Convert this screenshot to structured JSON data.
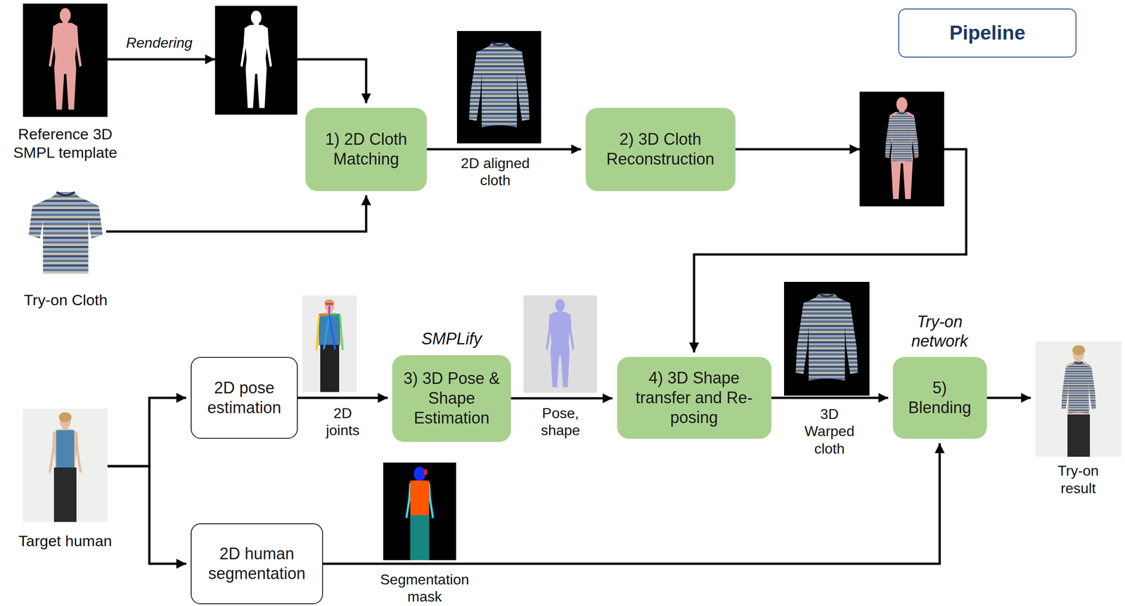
{
  "diagram": {
    "nodes": [
      {
        "text": [
          "Reference 3D SMPL template"
        ]
      },
      {
        "text": [
          "1) 2D Cloth Matching"
        ]
      },
      {
        "text": [
          "2) 3D Cloth Reconstruction"
        ]
      },
      {
        "text": [
          "Pipeline"
        ]
      },
      {
        "text": [
          "Try-on Cloth"
        ]
      },
      {
        "text": [
          "2D pose estimation"
        ]
      },
      {
        "text": [
          "SMPLify",
          "3) 3D Pose & Shape Estimation"
        ]
      },
      {
        "text": [
          "4) 3D Shape transfer and Re-posing"
        ]
      },
      {
        "text": [
          "Try-on network",
          "5) Blending"
        ]
      },
      {
        "text": [
          "Target human"
        ]
      },
      {
        "text": [
          "Try-on result"
        ]
      },
      {
        "text": [
          "2D human segmentation"
        ]
      }
    ],
    "edges": [
      {
        "from": 0,
        "to": 1,
        "label": "Rendering",
        "arrow": "to"
      },
      {
        "from": 4,
        "to": 1,
        "arrow": "to"
      },
      {
        "from": 1,
        "to": 2,
        "label": "2D aligned cloth",
        "arrow": "to"
      },
      {
        "from": 2,
        "to": 7,
        "arrow": "to"
      },
      {
        "from": 9,
        "to": 5,
        "arrow": "to"
      },
      {
        "from": 9,
        "to": 11,
        "arrow": "to"
      },
      {
        "from": 5,
        "to": 6,
        "label": "2D joints",
        "arrow": "to"
      },
      {
        "from": 6,
        "to": 7,
        "label": "Pose, shape",
        "arrow": "to"
      },
      {
        "from": 7,
        "to": 8,
        "label": "3D Warped cloth",
        "arrow": "to"
      },
      {
        "from": 11,
        "to": 8,
        "label": "Segmentation mask",
        "arrow": "to"
      },
      {
        "from": 8,
        "to": 10,
        "arrow": "to"
      }
    ]
  }
}
